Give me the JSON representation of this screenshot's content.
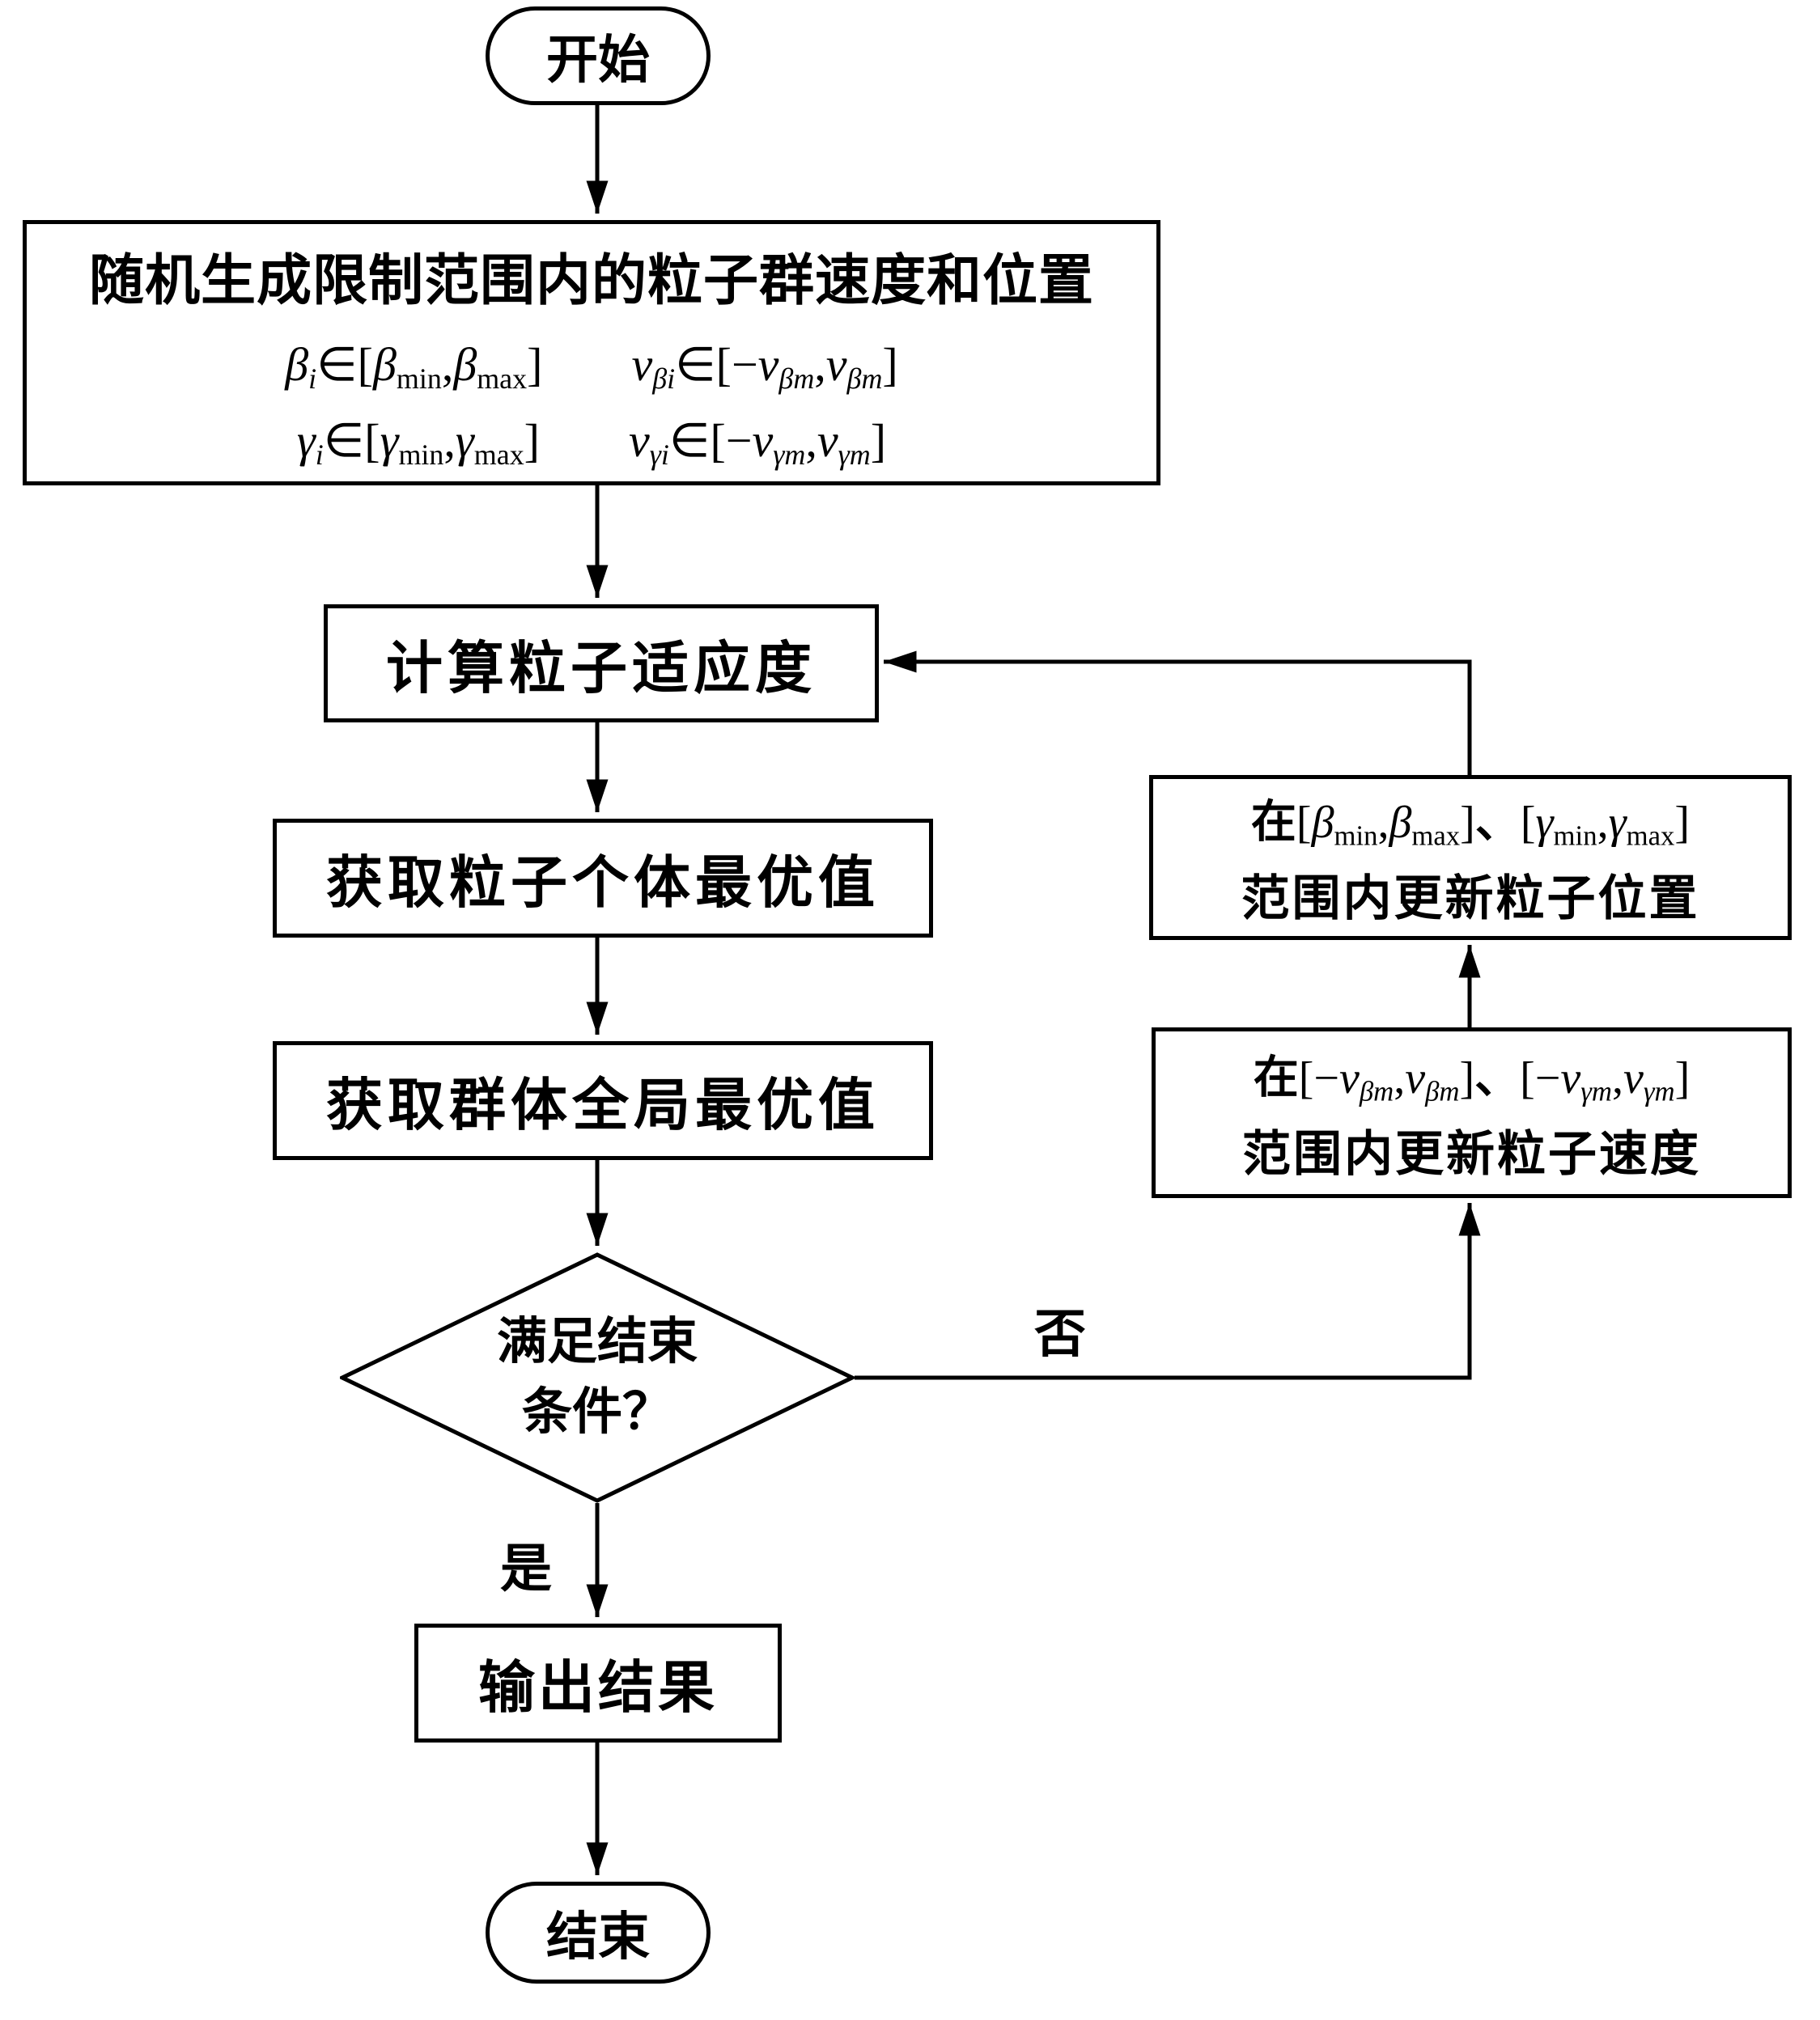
{
  "nodes": {
    "start": {
      "label": "开始"
    },
    "init": {
      "title": "随机生成限制范围内的粒子群速度和位置",
      "row1_left": [
        {
          "t": "β",
          "it": 1
        },
        {
          "t": "i",
          "s": 1,
          "it": 1
        },
        {
          "t": "∈"
        },
        {
          "t": "["
        },
        {
          "t": "β",
          "it": 1
        },
        {
          "t": "min",
          "s": 1
        },
        {
          "t": ","
        },
        {
          "t": "β",
          "it": 1
        },
        {
          "t": "max",
          "s": 1
        },
        {
          "t": "]"
        }
      ],
      "row1_right": [
        {
          "t": "v",
          "it": 1
        },
        {
          "t": "βi",
          "s": 1,
          "it": 1
        },
        {
          "t": "∈"
        },
        {
          "t": "["
        },
        {
          "t": "−"
        },
        {
          "t": "v",
          "it": 1
        },
        {
          "t": "βm",
          "s": 1,
          "it": 1
        },
        {
          "t": ","
        },
        {
          "t": "v",
          "it": 1
        },
        {
          "t": "βm",
          "s": 1,
          "it": 1
        },
        {
          "t": "]"
        }
      ],
      "row2_left": [
        {
          "t": "γ",
          "it": 1
        },
        {
          "t": "i",
          "s": 1,
          "it": 1
        },
        {
          "t": "∈"
        },
        {
          "t": "["
        },
        {
          "t": "γ",
          "it": 1
        },
        {
          "t": "min",
          "s": 1
        },
        {
          "t": ","
        },
        {
          "t": "γ",
          "it": 1
        },
        {
          "t": "max",
          "s": 1
        },
        {
          "t": "]"
        }
      ],
      "row2_right": [
        {
          "t": "v",
          "it": 1
        },
        {
          "t": "γi",
          "s": 1,
          "it": 1
        },
        {
          "t": "∈"
        },
        {
          "t": "["
        },
        {
          "t": "−"
        },
        {
          "t": "v",
          "it": 1
        },
        {
          "t": "γm",
          "s": 1,
          "it": 1
        },
        {
          "t": ","
        },
        {
          "t": "v",
          "it": 1
        },
        {
          "t": "γm",
          "s": 1,
          "it": 1
        },
        {
          "t": "]"
        }
      ]
    },
    "fitness": {
      "label": "计算粒子适应度"
    },
    "personal_best": {
      "label": "获取粒子个体最优值"
    },
    "global_best": {
      "label": "获取群体全局最优值"
    },
    "decision": {
      "line1": "满足结束",
      "line2": "条件？"
    },
    "output": {
      "label": "输出结果"
    },
    "end": {
      "label": "结束"
    },
    "update_position": {
      "line1": [
        {
          "t": "在",
          "b": 1
        },
        {
          "t": "["
        },
        {
          "t": "β",
          "it": 1
        },
        {
          "t": "min",
          "s": 1
        },
        {
          "t": ","
        },
        {
          "t": "β",
          "it": 1
        },
        {
          "t": "max",
          "s": 1
        },
        {
          "t": "]"
        },
        {
          "t": "、",
          "b": 1
        },
        {
          "t": "["
        },
        {
          "t": "γ",
          "it": 1
        },
        {
          "t": "min",
          "s": 1
        },
        {
          "t": ","
        },
        {
          "t": "γ",
          "it": 1
        },
        {
          "t": "max",
          "s": 1
        },
        {
          "t": "]"
        }
      ],
      "line2": "范围内更新粒子位置"
    },
    "update_velocity": {
      "line1": [
        {
          "t": "在",
          "b": 1
        },
        {
          "t": "["
        },
        {
          "t": "−"
        },
        {
          "t": "v",
          "it": 1
        },
        {
          "t": "βm",
          "s": 1,
          "it": 1
        },
        {
          "t": ","
        },
        {
          "t": "v",
          "it": 1
        },
        {
          "t": "βm",
          "s": 1,
          "it": 1
        },
        {
          "t": "]"
        },
        {
          "t": "、",
          "b": 1
        },
        {
          "t": "["
        },
        {
          "t": "−"
        },
        {
          "t": "v",
          "it": 1
        },
        {
          "t": "γm",
          "s": 1,
          "it": 1
        },
        {
          "t": ","
        },
        {
          "t": "v",
          "it": 1
        },
        {
          "t": "γm",
          "s": 1,
          "it": 1
        },
        {
          "t": "]"
        }
      ],
      "line2": "范围内更新粒子速度"
    }
  },
  "edge_labels": {
    "yes": "是",
    "no": "否"
  },
  "colors": {
    "line": "#000000",
    "background": "#ffffff",
    "text": "#000000"
  }
}
